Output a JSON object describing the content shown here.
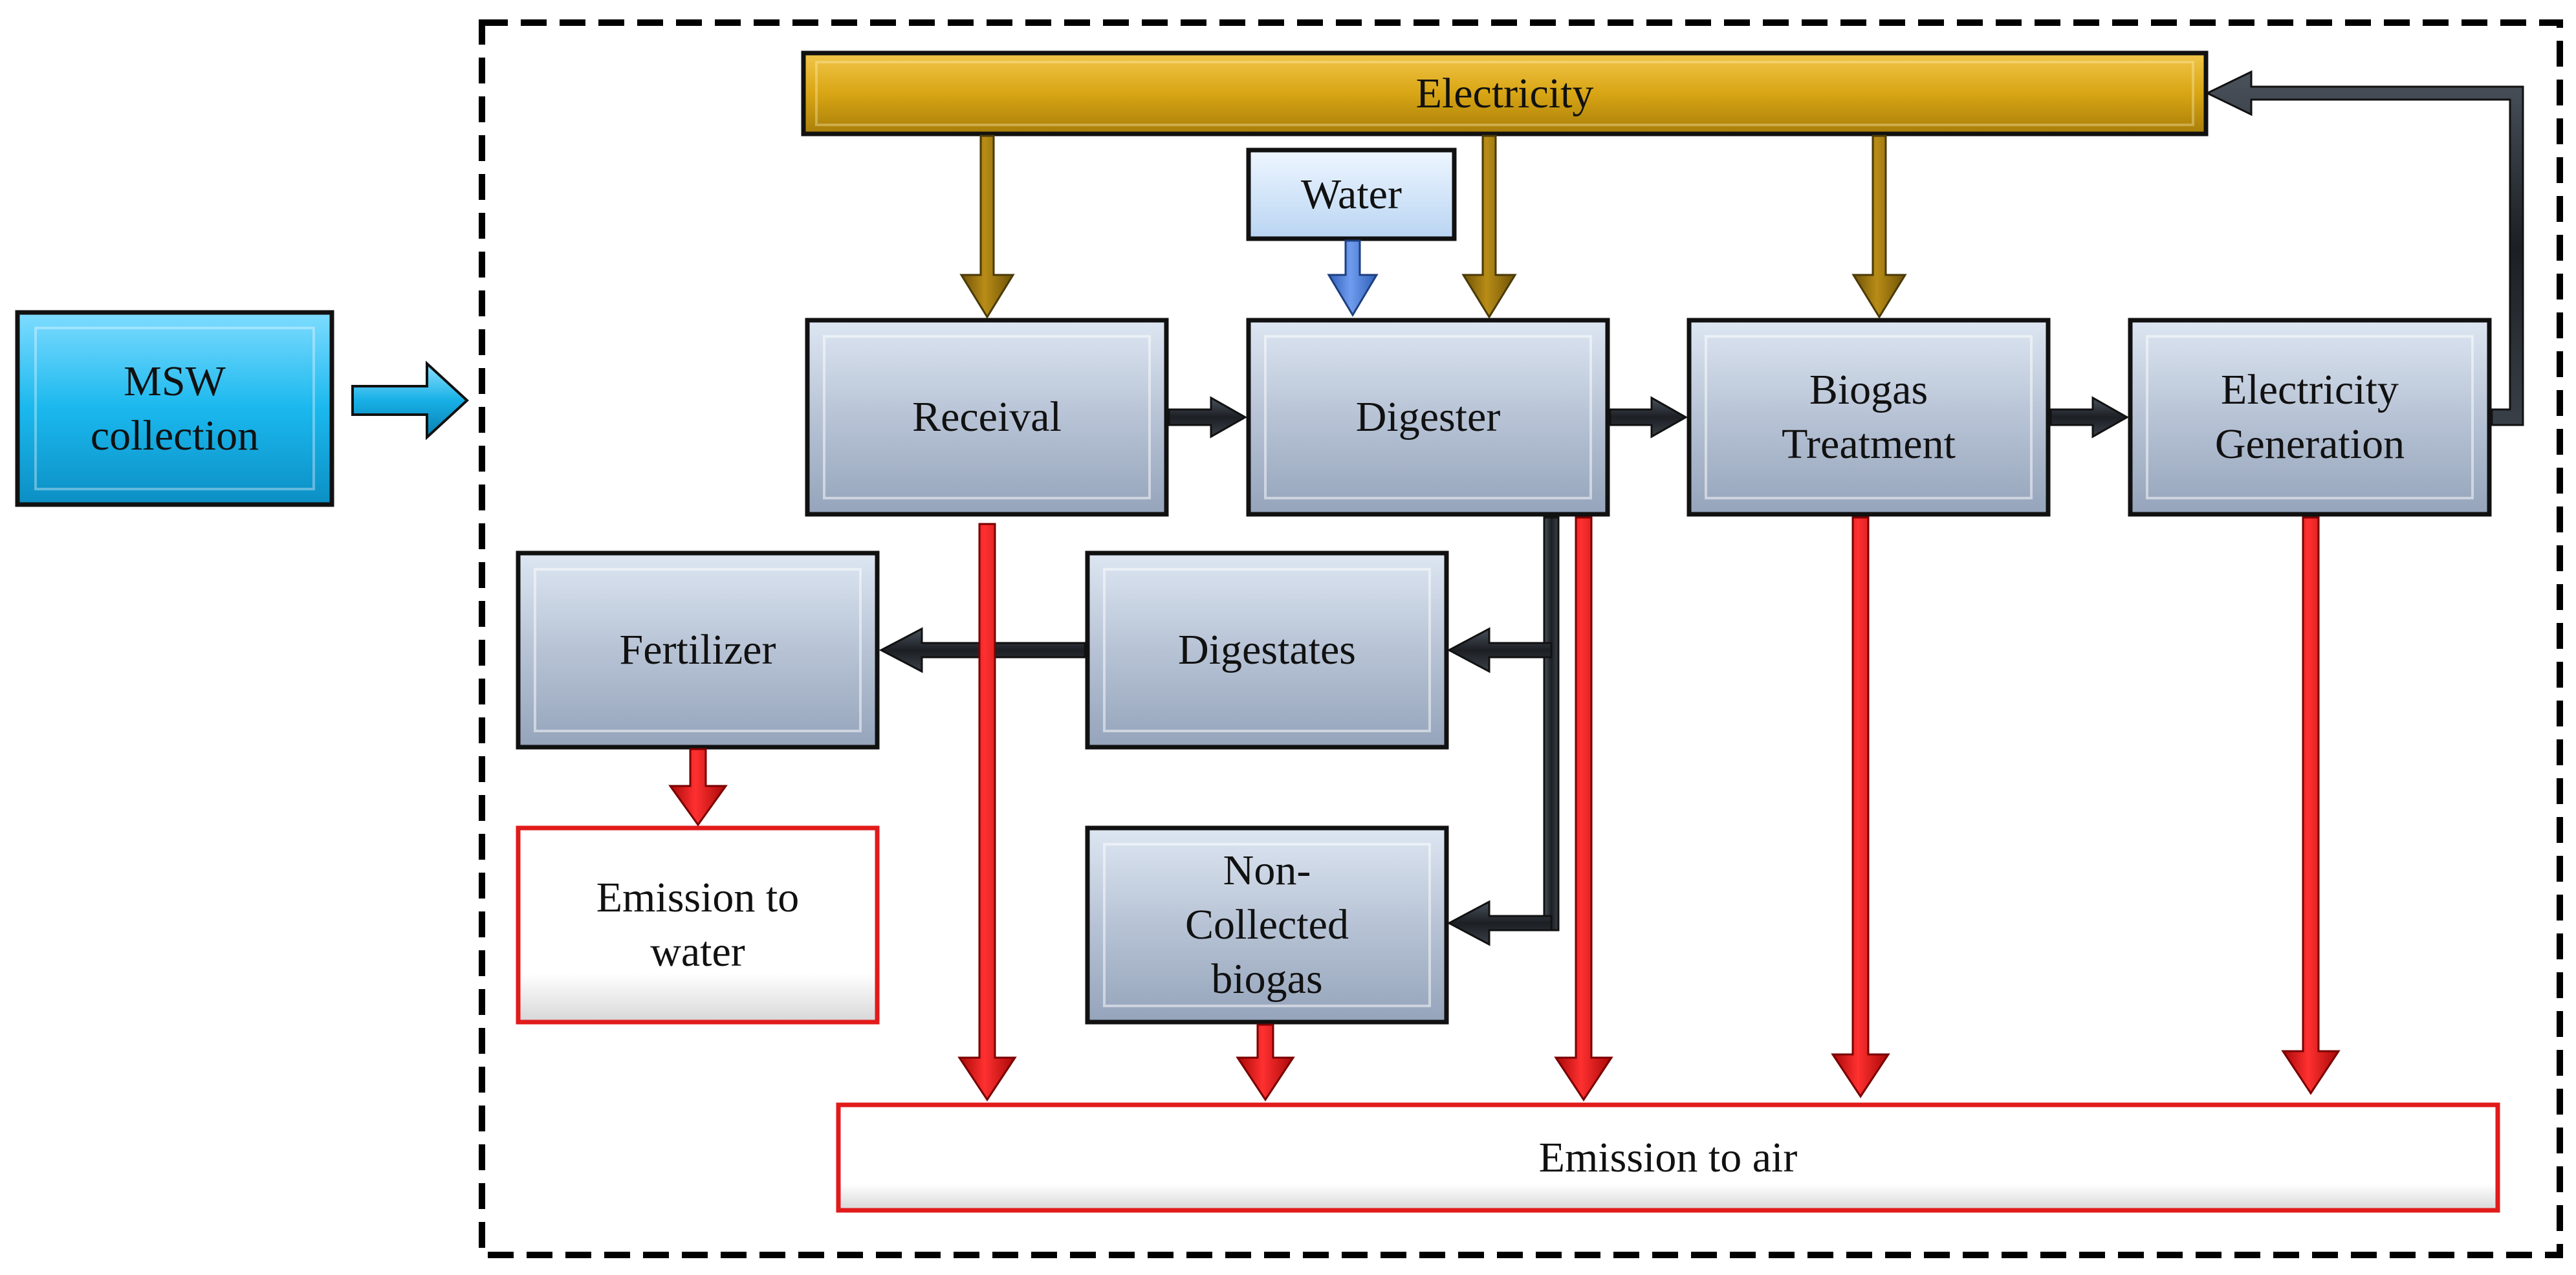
{
  "source": {
    "label": "MSW\ncollection"
  },
  "electricity_bar": {
    "label": "Electricity"
  },
  "water": {
    "label": "Water"
  },
  "processes": {
    "receival": "Receival",
    "digester": "Digester",
    "biogas_treatment": "Biogas\nTreatment",
    "electricity_generation": "Electricity\nGeneration",
    "digestates": "Digestates",
    "fertilizer": "Fertilizer",
    "non_collected_biogas": "Non-\nCollected\nbiogas"
  },
  "emissions": {
    "water": "Emission to\nwater",
    "air": "Emission to air"
  },
  "colors": {
    "process_fill": "#b8c4d6",
    "source_fill": "#1ab8ee",
    "electricity_fill": "#d8a514",
    "water_fill": "#cfe3f7",
    "emission_border": "#e11b1b",
    "arrow_red": "#e60f0f",
    "arrow_gold": "#9a7410",
    "arrow_dark": "#2b2f35",
    "arrow_blue": "#4a78d0"
  }
}
